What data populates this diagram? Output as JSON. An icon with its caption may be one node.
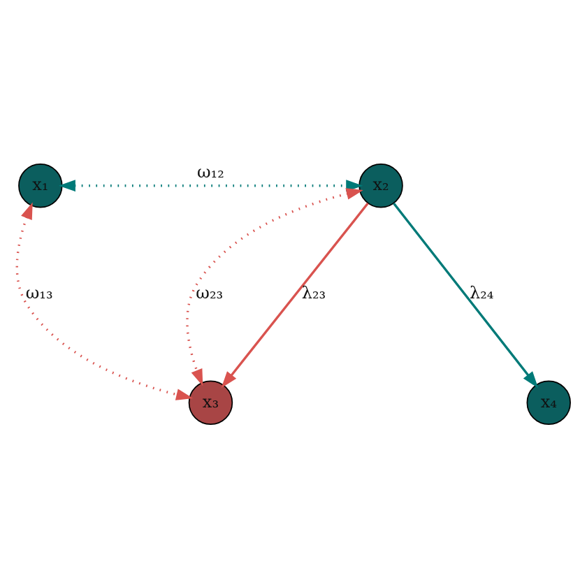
{
  "diagram": {
    "nodes": [
      {
        "text": [
          "x₁"
        ]
      },
      {
        "text": [
          "x₂"
        ]
      },
      {
        "text": [
          "x₃"
        ]
      },
      {
        "text": [
          "x₄"
        ]
      }
    ],
    "edges": [
      {
        "from": 0,
        "to": 1,
        "arrow": "both",
        "label": "ω₁₂",
        "style": "dashed",
        "color": "#007a78"
      },
      {
        "from": 0,
        "to": 2,
        "arrow": "both",
        "label": "ω₁₃",
        "style": "dashed"
      },
      {
        "from": 1,
        "to": 2,
        "arrow": "both",
        "label": "ω₂₃",
        "style": "dashed"
      },
      {
        "from": 1,
        "to": 2,
        "arrow": "to",
        "label": "λ₂₃"
      },
      {
        "from": 1,
        "to": 3,
        "arrow": "to",
        "label": "λ₂₄",
        "color": "#007a78"
      }
    ]
  }
}
